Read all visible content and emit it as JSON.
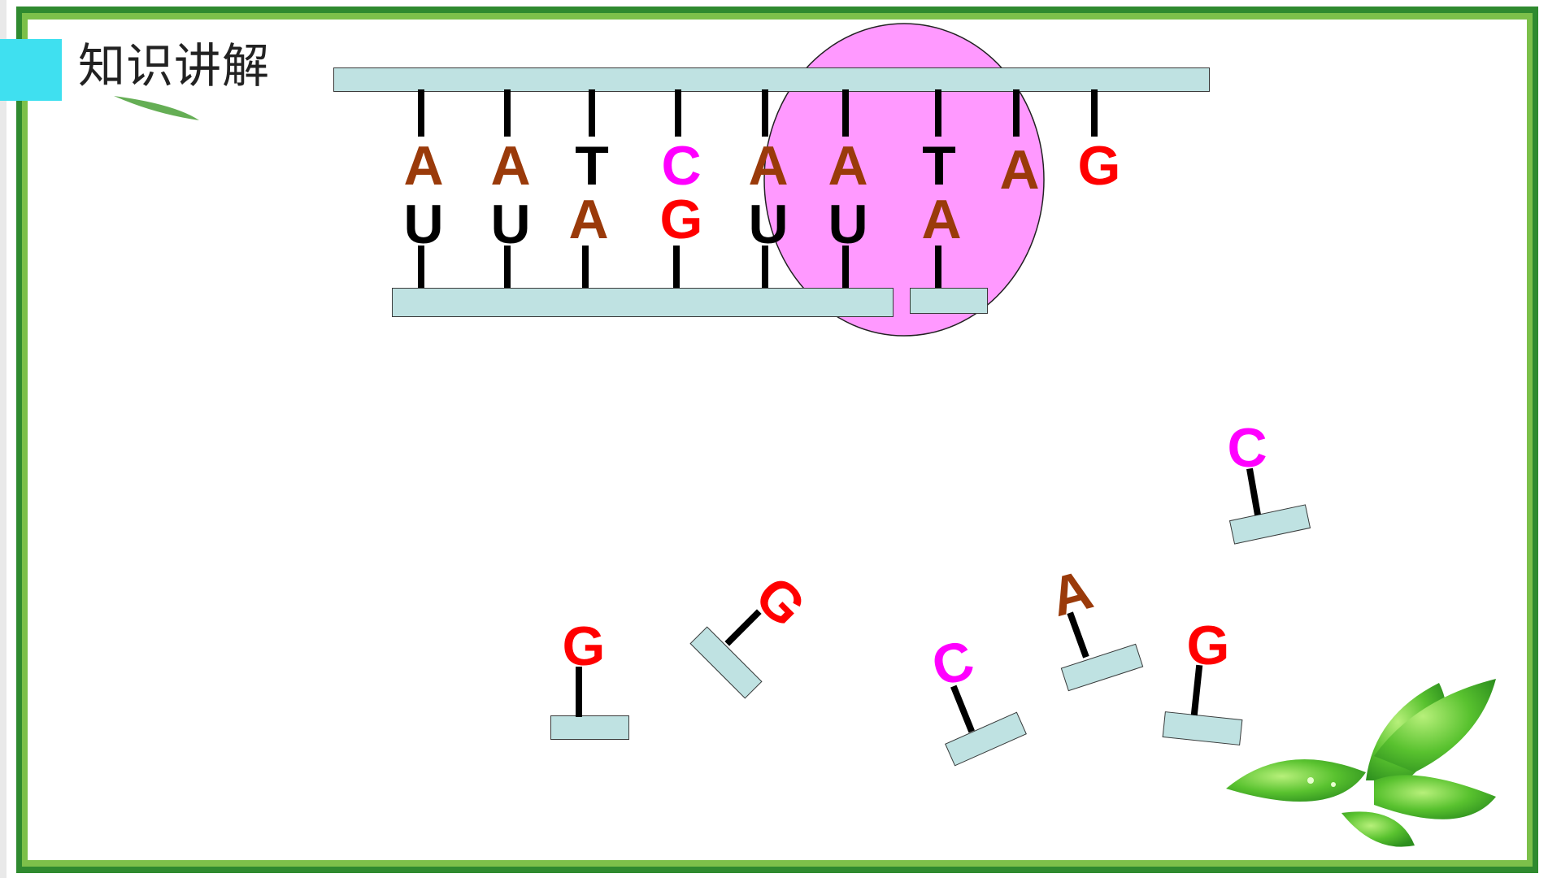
{
  "title": "知识讲解",
  "colors": {
    "frame_dark": "#2f8a2f",
    "frame_light": "#7cc04a",
    "accent": "#3fe0f0",
    "strand_fill": "#bfe2e2",
    "ellipse": "#ff99ff",
    "A": "#9a3a0a",
    "T": "#000000",
    "U": "#000000",
    "C": "#ff00ff",
    "G": "#ff0000"
  },
  "dna_top_bases": [
    "A",
    "A",
    "T",
    "C",
    "A",
    "A",
    "T",
    "A",
    "G"
  ],
  "rna_bases": [
    "U",
    "U",
    "A",
    "G",
    "U",
    "U",
    "A"
  ],
  "free_nucleotides": [
    "G",
    "G",
    "C",
    "A",
    "G",
    "C"
  ],
  "decoration": {
    "polymerase_shape": "ellipse",
    "corner_icon": "leaves-icon"
  }
}
